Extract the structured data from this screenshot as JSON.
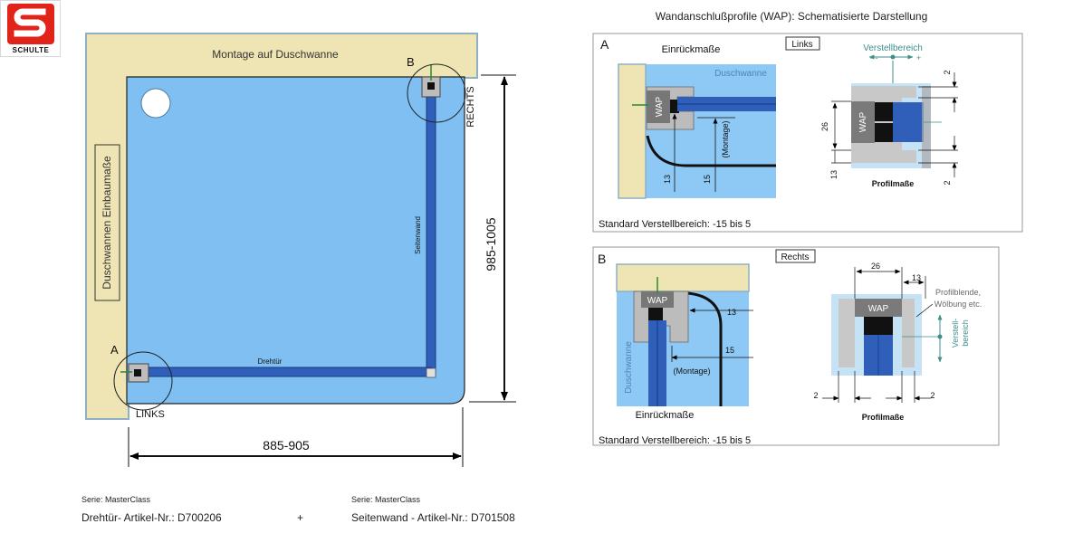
{
  "brand": {
    "logo_text": "SCHULTE"
  },
  "plan": {
    "top_label": "Montage auf Duschwanne",
    "side_label": "Duschwannen Einbaumaße",
    "side_wall_label": "Seitenwand",
    "door_label": "Drehtür",
    "corner_a": "A",
    "corner_b": "B",
    "links": "LINKS",
    "rechts": "RECHTS",
    "width_dim": "885-905",
    "height_dim": "985-1005"
  },
  "panels_title": "Wandanschlußprofile (WAP): Schematisierte Darstellung",
  "panel_a": {
    "letter": "A",
    "title": "Einrückmaße",
    "side_tag": "Links",
    "tub_label": "Duschwanne",
    "wap": "WAP",
    "montage": "(Montage)",
    "dim_13": "13",
    "dim_15": "15",
    "range_label": "Verstellbereich",
    "range_signs": "- + -   +",
    "profile_title": "Profilmaße",
    "dim_26": "26",
    "dim_2_top": "2",
    "dim_13_right": "13",
    "dim_2_bottom": "2",
    "standard": "Standard Verstellbereich: -15 bis 5"
  },
  "panel_b": {
    "letter": "B",
    "side_tag": "Rechts",
    "tub_label": "Duschwanne",
    "wap": "WAP",
    "montage": "(Montage)",
    "dim_13": "13",
    "dim_15": "15",
    "title": "Einrückmaße",
    "dim_26": "26",
    "dim_13_top": "13",
    "trim_note_1": "Profilblende,",
    "trim_note_2": "Wölbung etc.",
    "range_label_1": "Verstell-",
    "range_label_2": "bereich",
    "dim_2_left": "2",
    "dim_2_right": "2",
    "profile_title": "Profilmaße",
    "standard": "Standard Verstellbereich: -15 bis 5"
  },
  "footer": {
    "left_series": "Serie: MasterClass",
    "left_article": "Drehtür- Artikel-Nr.: D700206",
    "plus": "+",
    "right_series": "Serie: MasterClass",
    "right_article": "Seitenwand - Artikel-Nr.: D701508"
  },
  "colors": {
    "logo_red": "#e2231a",
    "wall": "#efe5b4",
    "wall_border": "#8fb0c4",
    "tub_blue": "#7fbff2",
    "tub_inner": "#8ec8f4",
    "glass_blue": "#2f5fb8",
    "profile_gray": "#8a8a8a",
    "profile_light": "#c8c8c8"
  }
}
